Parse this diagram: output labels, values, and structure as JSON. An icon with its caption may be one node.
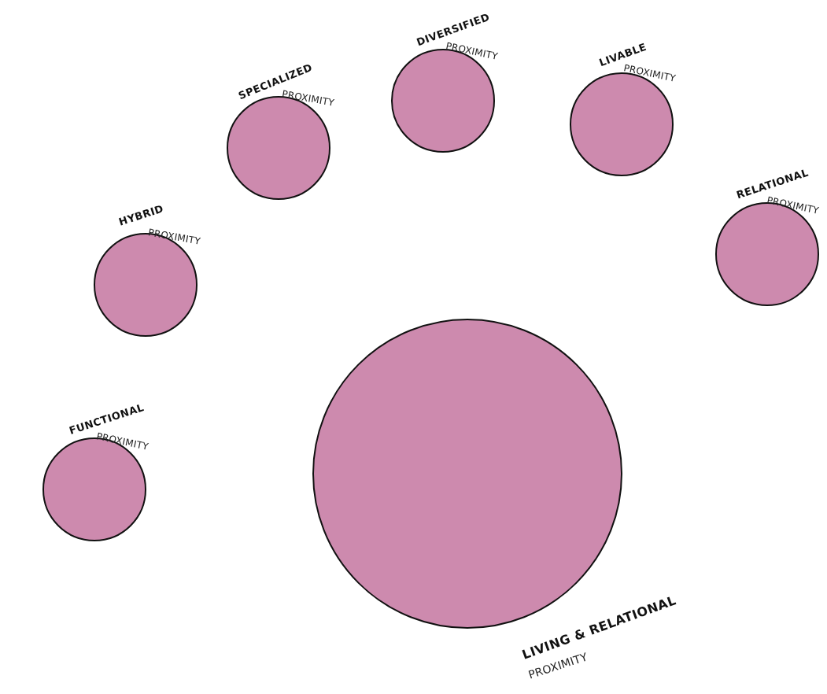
{
  "diagram": {
    "nodes": [
      {
        "text": [
          "FUNCTIONAL",
          "PROXIMITY"
        ]
      },
      {
        "text": [
          "HYBRID",
          "PROXIMITY"
        ]
      },
      {
        "text": [
          "SPECIALIZED",
          "PROXIMITY"
        ]
      },
      {
        "text": [
          "DIVERSIFIED",
          "PROXIMITY"
        ]
      },
      {
        "text": [
          "LIVABLE",
          "PROXIMITY"
        ]
      },
      {
        "text": [
          "RELATIONAL",
          "PROXIMITY"
        ]
      },
      {
        "text": [
          "LIVING & RELATIONAL",
          "PROXIMITY"
        ]
      }
    ],
    "edges": []
  }
}
